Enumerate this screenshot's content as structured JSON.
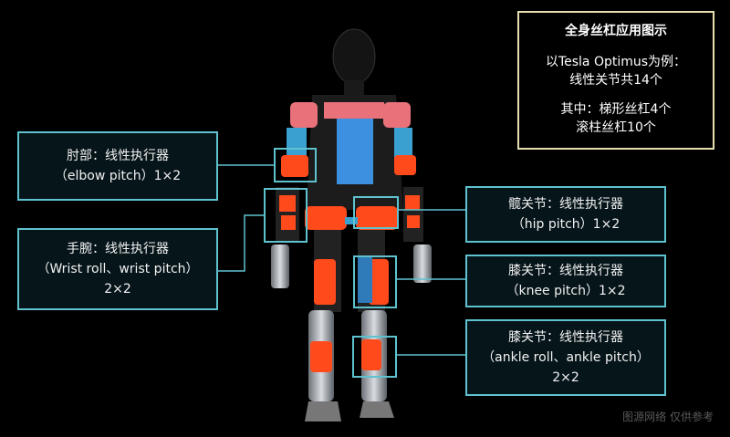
{
  "info": {
    "title": "全身丝杠应用图示",
    "line1": "以Tesla Optimus为例：",
    "line2": "线性关节共14个",
    "line3": "其中：梯形丝杠4个",
    "line4": "滚柱丝杠10个"
  },
  "labels": {
    "elbow": {
      "line1": "肘部：线性执行器",
      "line2": "（elbow pitch）1×2"
    },
    "wrist": {
      "line1": "手腕：线性执行器",
      "line2": "（Wrist roll、wrist pitch）",
      "line3": "2×2"
    },
    "hip": {
      "line1": "髋关节：线性执行器",
      "line2": "（hip pitch）1×2"
    },
    "knee": {
      "line1": "膝关节：线性执行器",
      "line2": "（knee pitch）1×2"
    },
    "ankle": {
      "line1": "膝关节：线性执行器",
      "line2": "（ankle roll、ankle pitch）",
      "line3": "2×2"
    }
  },
  "watermark": "图源网络 仅供参考",
  "colors": {
    "box_border": "#5fc3cf",
    "info_border": "#e8dfb0",
    "actuator": "#ff4a1c",
    "torso_battery": "#3d8fe0"
  }
}
